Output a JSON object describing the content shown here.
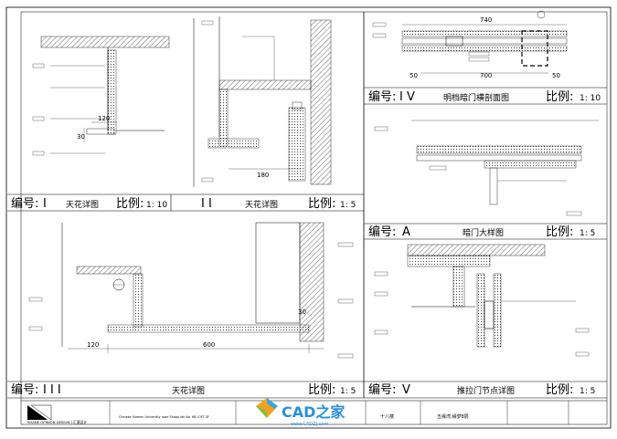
{
  "panels": {
    "p1": {
      "code_label": "编号:",
      "code": "I",
      "title": "天花详图",
      "scale_label": "比例:",
      "scale": "1: 10"
    },
    "p2": {
      "code": "I I",
      "title": "天花详图",
      "scale_label": "比例:",
      "scale": "1: 5"
    },
    "p3": {
      "code_label": "编号:",
      "code": "I V",
      "title": "明档暗门横剖面图",
      "scale_label": "比例:",
      "scale": "1: 10"
    },
    "p4": {
      "code_label": "编号:",
      "code": "A",
      "title": "暗门大样图",
      "scale_label": "比例:",
      "scale": "1: 5"
    },
    "p5": {
      "code_label": "编号:",
      "code": "I I I",
      "title": "天花详图",
      "scale_label": "比例:",
      "scale": "1: 5"
    },
    "p6": {
      "code_label": "编号:",
      "code": "V",
      "title": "推拉门节点详图",
      "scale_label": "比例:",
      "scale": "1: 5"
    }
  },
  "dims": {
    "d120a": "120",
    "d30a": "30",
    "d180": "180",
    "d740": "740",
    "d700": "700",
    "d50a": "50",
    "d50b": "50",
    "d120b": "120",
    "d600": "600",
    "d30b": "30"
  },
  "titleblock": {
    "company": "SHANE OPINION DESIGN | 汇意设计",
    "project_cn": "十八楼",
    "address_cn": "五缘湾,缘梦8层",
    "project_line": "Chinese Xiamen University road Shapo lak No. 68 LOFT-3F",
    "watermark": "CAD之家",
    "watermark_url": "www.CADZJ.com"
  }
}
